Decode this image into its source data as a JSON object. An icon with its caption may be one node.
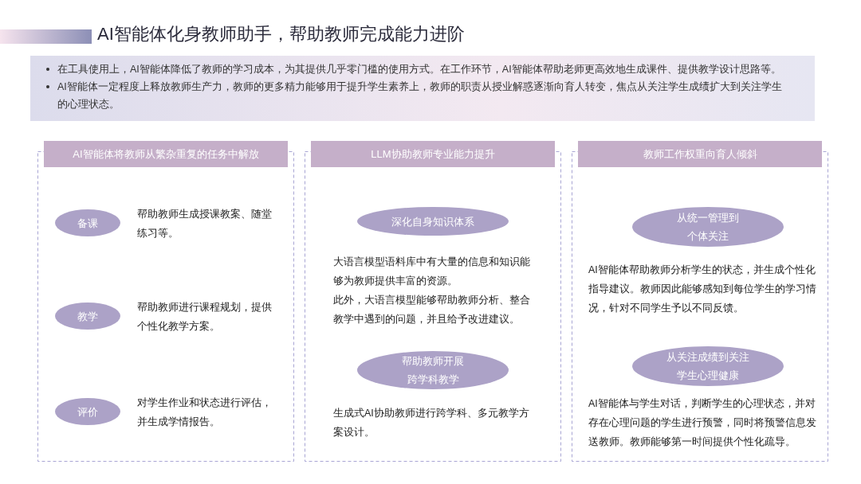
{
  "diagram": {
    "title": "AI智能体化身教师助手，帮助教师完成能力进阶",
    "nodes": [
      {
        "text": [
          "在工具使用上，AI智能体降低了教师的学习成本，为其提供几乎零门槛的使用方式。在工作环节，AI智能体帮助老师更高效地生成课件、提供教学设计思路等。",
          "AI智能体一定程度上释放教师生产力，教师的更多精力能够用于提升学生素养上，教师的职责从授业解惑逐渐向育人转变，焦点从关注学生成绩扩大到关注学生的心理状态。"
        ]
      },
      {
        "text": [
          "AI智能体将教师从繁杂重复的任务中解放"
        ]
      },
      {
        "text": [
          "备课"
        ],
        "in": 1,
        "beside": [
          "帮助教师生成授课教案、随堂练习等。"
        ]
      },
      {
        "text": [
          "教学"
        ],
        "in": 1,
        "beside": [
          "帮助教师进行课程规划，提供个性化教学方案。"
        ]
      },
      {
        "text": [
          "评价"
        ],
        "in": 1,
        "beside": [
          "对学生作业和状态进行评估，并生成学情报告。"
        ]
      },
      {
        "text": [
          "LLM协助教师专业能力提升"
        ]
      },
      {
        "text": [
          "深化自身知识体系"
        ],
        "in": 5,
        "beside": [
          "大语言模型语料库中有大量的信息和知识能够为教师提供丰富的资源。",
          "此外，大语言模型能够帮助教师分析、整合教学中遇到的问题，并且给予改进建议。"
        ]
      },
      {
        "text": [
          "帮助教师开展跨学科教学"
        ],
        "in": 5,
        "beside": [
          "生成式AI协助教师进行跨学科、多元教学方案设计。"
        ]
      },
      {
        "text": [
          "教师工作权重向育人倾斜"
        ]
      },
      {
        "text": [
          "从统一管理到个体关注"
        ],
        "in": 8,
        "beside": [
          "AI智能体帮助教师分析学生的状态，并生成个性化指导建议。教师因此能够感知到每位学生的学习情况，针对不同学生予以不同反馈。"
        ]
      },
      {
        "text": [
          "从关注成绩到关注学生心理健康"
        ],
        "in": 8,
        "beside": [
          "AI智能体与学生对话，判断学生的心理状态，并对存在心理问题的学生进行预警，同时将预警信息发送教师。教师能够第一时间提供个性化疏导。"
        ]
      }
    ],
    "edges": []
  }
}
